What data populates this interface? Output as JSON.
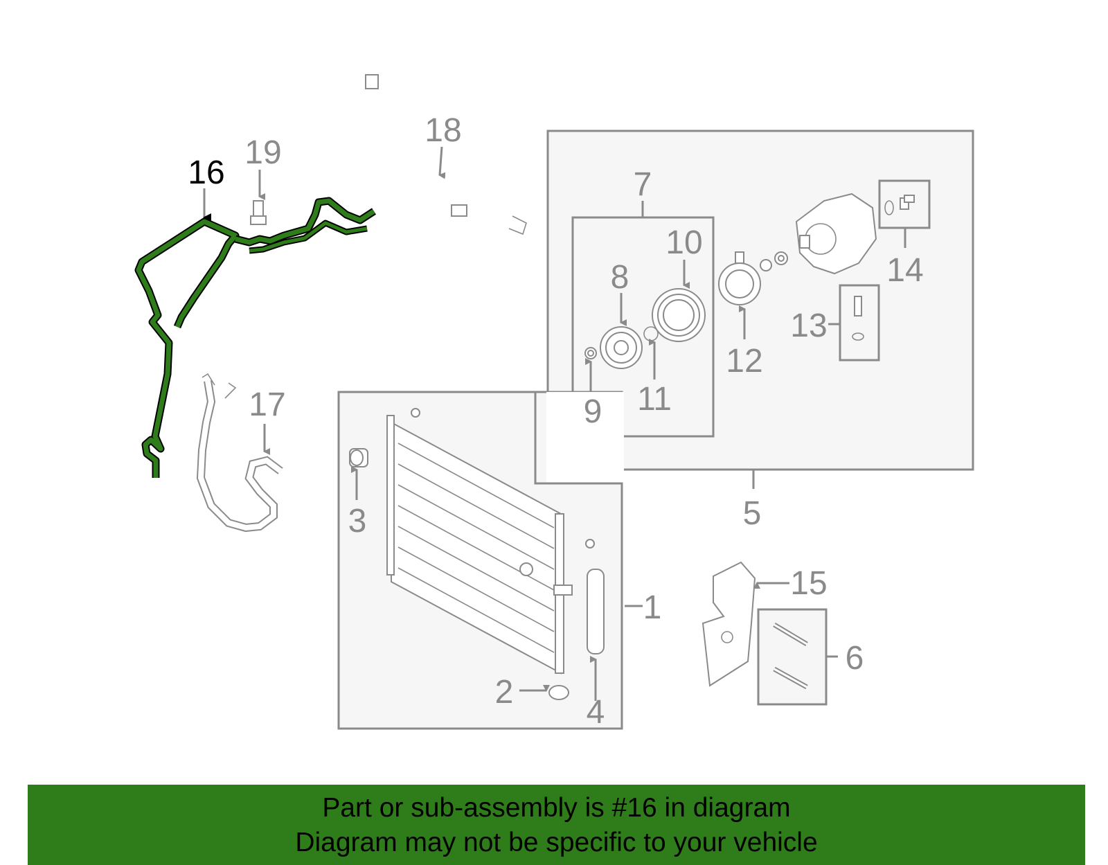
{
  "diagram": {
    "highlight_color": "#2e7d1a",
    "callout_color": "#8a8a8a",
    "callouts": {
      "c1": "1",
      "c2": "2",
      "c3": "3",
      "c4": "4",
      "c5": "5",
      "c6": "6",
      "c7": "7",
      "c8": "8",
      "c9": "9",
      "c10": "10",
      "c11": "11",
      "c12": "12",
      "c13": "13",
      "c14": "14",
      "c15": "15",
      "c16": "16",
      "c17": "17",
      "c18": "18",
      "c19": "19"
    }
  },
  "banner": {
    "line1": "Part or sub-assembly is #16 in diagram",
    "line2": "Diagram may not be specific to your vehicle",
    "background": "#2e7d1a"
  }
}
